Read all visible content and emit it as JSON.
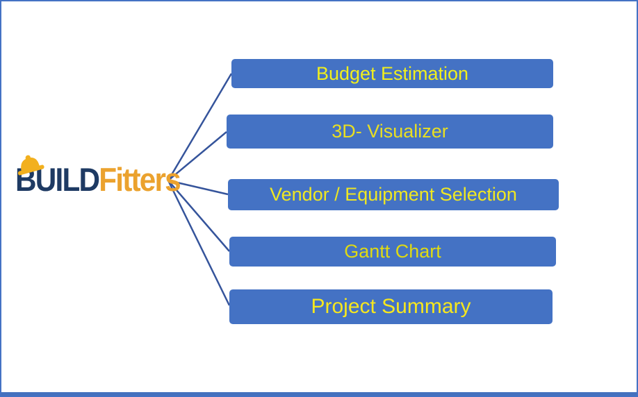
{
  "logo": {
    "part1": "BUILD",
    "part2": "Fitters",
    "part1_color": "#1E3A63",
    "part2_color": "#EBA22E",
    "hat_icon": "hard-hat-icon",
    "hat_color": "#F2B01E"
  },
  "features": [
    {
      "label": "Budget Estimation",
      "text_color": "#F1EF1C"
    },
    {
      "label": "3D- Visualizer",
      "text_color": "#E9DF22"
    },
    {
      "label": "Vendor / Equipment Selection",
      "text_color": "#EFE722"
    },
    {
      "label": "Gantt Chart",
      "text_color": "#DFDA12"
    },
    {
      "label": "Project Summary",
      "text_color": "#F6E71E"
    }
  ],
  "colors": {
    "background": "#FFFFFF",
    "box_fill": "#4472C4",
    "connector": "#35549B",
    "frame_border": "#4472C4",
    "bottom_bar": "#4471BE"
  }
}
